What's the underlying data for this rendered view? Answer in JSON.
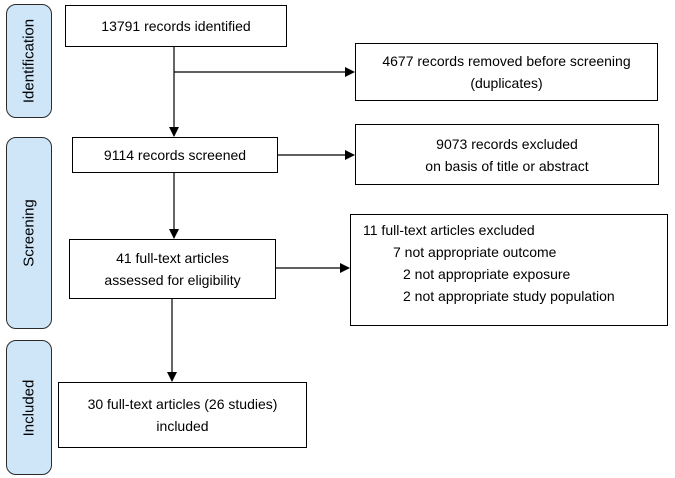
{
  "phases": {
    "identification": "Identification",
    "screening": "Screening",
    "included": "Included"
  },
  "boxes": {
    "identified": [
      "13791 records identified"
    ],
    "removed": [
      "4677 records removed before screening",
      "(duplicates)"
    ],
    "screened": [
      "9114 records screened"
    ],
    "excluded_title": [
      "9073 records excluded",
      "on basis of title or abstract"
    ],
    "assessed": [
      "41 full-text articles",
      "assessed for eligibility"
    ],
    "excluded_fulltext": {
      "heading": "11 full-text articles excluded",
      "reasons": [
        "7 not appropriate outcome",
        "2 not appropriate exposure",
        "2 not appropriate study population"
      ]
    },
    "included": [
      "30 full-text articles (26 studies)",
      "included"
    ]
  }
}
